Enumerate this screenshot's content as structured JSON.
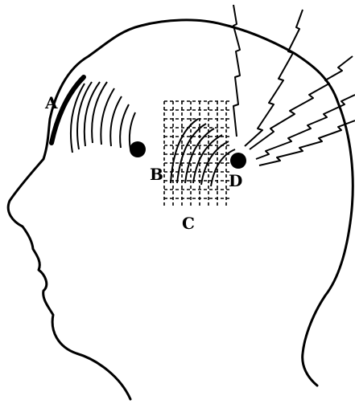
{
  "labels": {
    "a": "A",
    "b": "B",
    "c": "C",
    "d": "D"
  },
  "colors": {
    "ink": "#000000",
    "background": "#ffffff"
  }
}
